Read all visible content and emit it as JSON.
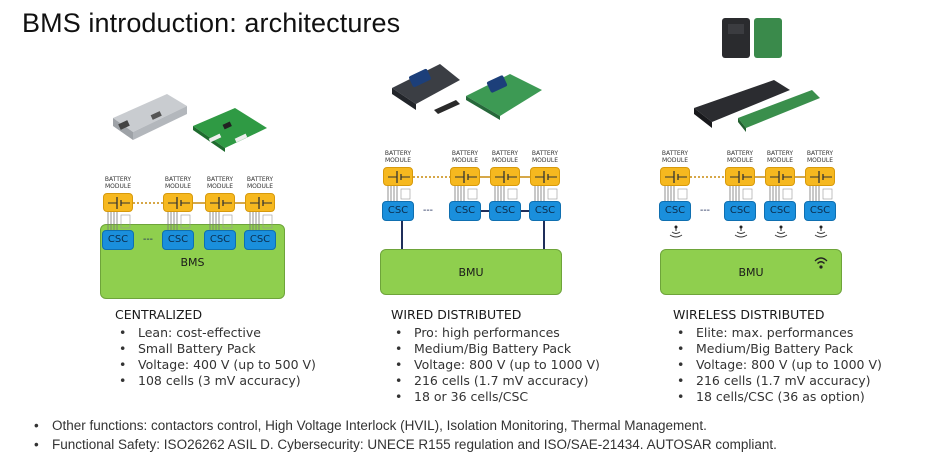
{
  "title": "BMS introduction: architectures",
  "colors": {
    "battery_module": "#f6b81f",
    "csc": "#1a8fdc",
    "controller": "#8fcf4e",
    "link": "#1f2e5a"
  },
  "diagram_labels": {
    "battery_module": "BATTERY MODULE",
    "csc": "CSC",
    "ellipsis": "---"
  },
  "architectures": [
    {
      "name": "CENTRALIZED",
      "controller_label": "BMS",
      "photo": "centralized-bms-hardware",
      "bullets": [
        "Lean: cost-effective",
        "Small Battery Pack",
        "Voltage: 400 V (up to 500 V)",
        "108 cells (3 mV accuracy)"
      ]
    },
    {
      "name": "WIRED DISTRIBUTED",
      "controller_label": "BMU",
      "photo": "wired-bmu-csc-hardware",
      "bullets": [
        "Pro: high performances",
        "Medium/Big Battery Pack",
        "Voltage: 800 V (up to 1000 V)",
        "216 cells (1.7 mV accuracy)",
        "18 or 36 cells/CSC"
      ]
    },
    {
      "name": "WIRELESS DISTRIBUTED",
      "controller_label": "BMU",
      "photo": "wireless-bmu-csc-hardware",
      "bullets": [
        "Elite: max. performances",
        "Medium/Big Battery Pack",
        "Voltage: 800 V (up to 1000 V)",
        "216 cells (1.7 mV accuracy)",
        "18 cells/CSC (36 as option)"
      ]
    }
  ],
  "footer": [
    "Other functions: contactors control, High Voltage Interlock (HVIL), Isolation Monitoring, Thermal Management.",
    "Functional Safety: ISO26262 ASIL D. Cybersecurity: UNECE R155 regulation and ISO/SAE-21434. AUTOSAR compliant."
  ]
}
